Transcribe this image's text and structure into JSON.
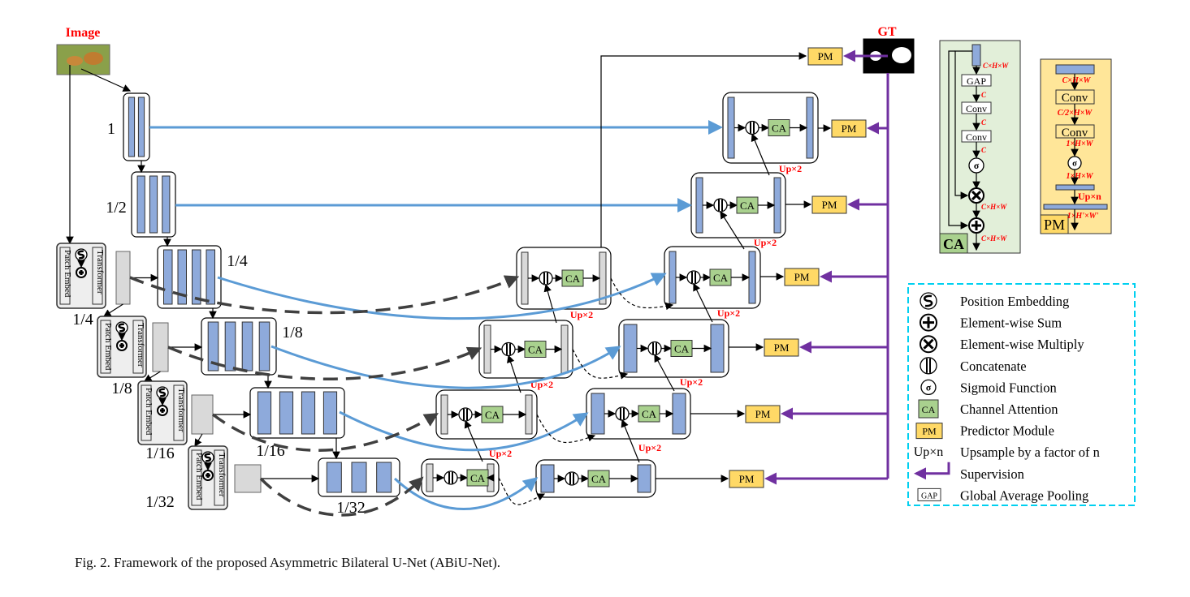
{
  "labels": {
    "image": "Image",
    "gt": "GT"
  },
  "encoder_scales": [
    "1",
    "1/2",
    "1/4",
    "1/8",
    "1/16",
    "1/32"
  ],
  "transformer_scales": [
    "1/4",
    "1/8",
    "1/16",
    "1/32"
  ],
  "transformer_block": {
    "transformer": "Transformer",
    "patch_embed": "Patch Embed"
  },
  "blocks": {
    "ca": "CA",
    "pm": "PM",
    "up2": "Up×2"
  },
  "ca_panel": {
    "title": "CA",
    "gap": "GAP",
    "conv": "Conv",
    "sigma": "σ",
    "dim_chw": "C×H×W",
    "dim_c": "C"
  },
  "pm_panel": {
    "title": "PM",
    "conv": "Conv",
    "sigma": "σ",
    "dims": [
      "C×H×W",
      "C/2×H×W",
      "1×H×W",
      "1×H×W",
      "1×H'×W'"
    ],
    "up": "Up×n"
  },
  "legend": {
    "items": [
      {
        "icon": "position-embedding-icon",
        "label": "Position Embedding"
      },
      {
        "icon": "element-wise-sum-icon",
        "label": "Element-wise Sum"
      },
      {
        "icon": "element-wise-multiply-icon",
        "label": "Element-wise Multiply"
      },
      {
        "icon": "concatenate-icon",
        "label": "Concatenate"
      },
      {
        "icon": "sigmoid-icon",
        "label": "Sigmoid Function"
      },
      {
        "icon": "channel-attention-icon",
        "label": "Channel Attention",
        "symbol": "CA"
      },
      {
        "icon": "predictor-module-icon",
        "label": "Predictor Module",
        "symbol": "PM"
      },
      {
        "icon": "upsample-icon",
        "label": "Upsample by a factor of n",
        "symbol": "Up×n"
      },
      {
        "icon": "supervision-arrow-icon",
        "label": "Supervision"
      },
      {
        "icon": "gap-icon",
        "label": "Global Average Pooling",
        "symbol": "GAP"
      }
    ]
  },
  "caption": "Fig. 2.  Framework of the proposed Asymmetric Bilateral U-Net (ABiU-Net).",
  "colors": {
    "blue_feature": "#8eaadb",
    "gray_feature": "#d9d9d9",
    "ca_green": "#a9d18e",
    "pm_yellow": "#ffd966",
    "supervision_purple": "#7030a0",
    "skip_blue": "#5b9bd5",
    "label_red": "#ff0000",
    "ca_panel_bg": "#e2efd9",
    "pm_panel_bg": "#ffe699",
    "legend_border": "#00d0f0"
  }
}
